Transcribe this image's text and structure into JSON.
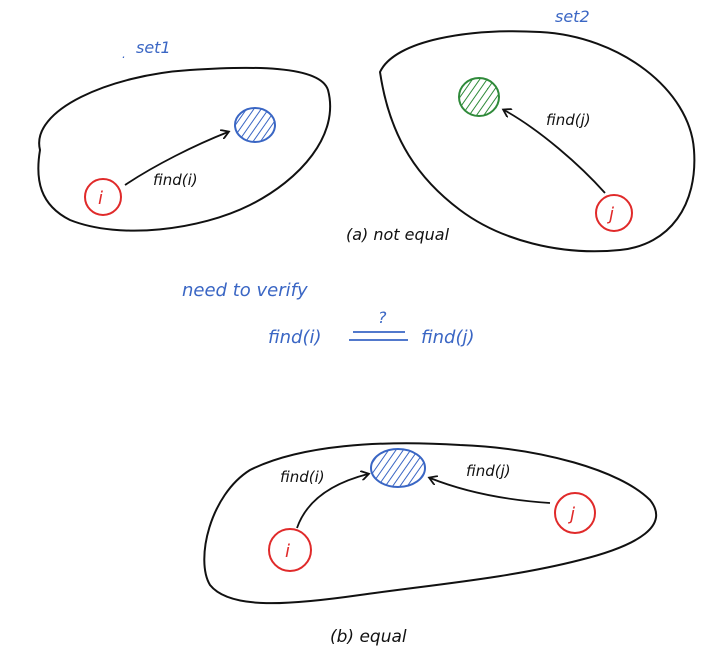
{
  "labels": {
    "set1": "set1",
    "set2": "set2",
    "caption_a": "(a) not equal",
    "caption_b": "(b) equal",
    "need_to_verify": "need to verify",
    "find_i_formula": "find(i)",
    "question_mark": "?",
    "find_j_formula": "find(j)"
  },
  "diagram_a": {
    "set1": {
      "node": "i",
      "edge_label": "find(i)"
    },
    "set2": {
      "node": "j",
      "edge_label": "find(j)"
    }
  },
  "diagram_b": {
    "node_i": "i",
    "node_j": "j",
    "edge_i_label": "find(i)",
    "edge_j_label": "find(j)"
  },
  "colors": {
    "ink": "#111111",
    "blue": "#3a66c4",
    "green": "#2f8a3a",
    "red": "#e02a2a"
  }
}
